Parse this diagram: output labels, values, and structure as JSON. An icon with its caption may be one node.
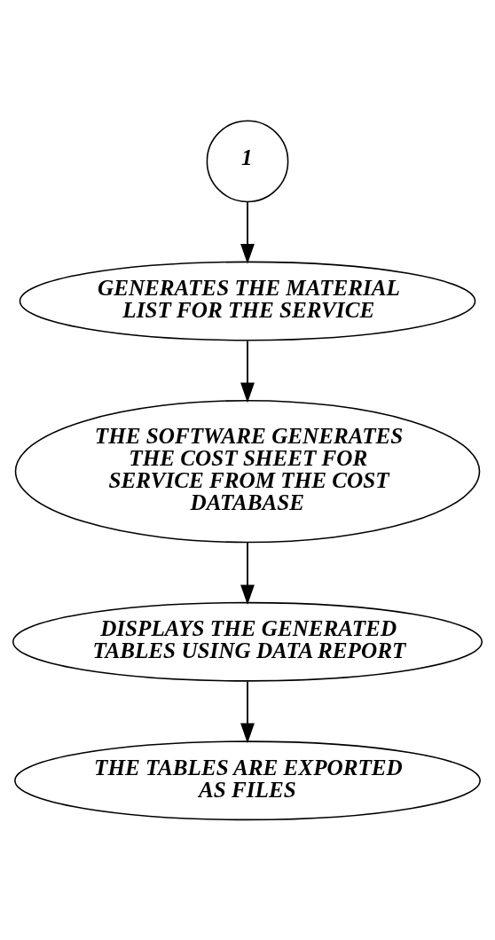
{
  "diagram": {
    "nodes": [
      {
        "text": [
          "1"
        ]
      },
      {
        "text": [
          "GENERATES THE MATERIAL LIST FOR THE SERVICE"
        ]
      },
      {
        "text": [
          "THE SOFTWARE GENERATES THE COST SHEET FOR SERVICE FROM THE COST DATABASE"
        ]
      },
      {
        "text": [
          "DISPLAYS THE GENERATED TABLES USING DATA REPORT"
        ]
      },
      {
        "text": [
          "THE TABLES ARE EXPORTED AS FILES"
        ]
      }
    ],
    "edges": [
      {
        "from": 0,
        "to": 1,
        "arrow": "to"
      },
      {
        "from": 1,
        "to": 2,
        "arrow": "to"
      },
      {
        "from": 2,
        "to": 3,
        "arrow": "to"
      },
      {
        "from": 3,
        "to": 4,
        "arrow": "to"
      }
    ]
  }
}
